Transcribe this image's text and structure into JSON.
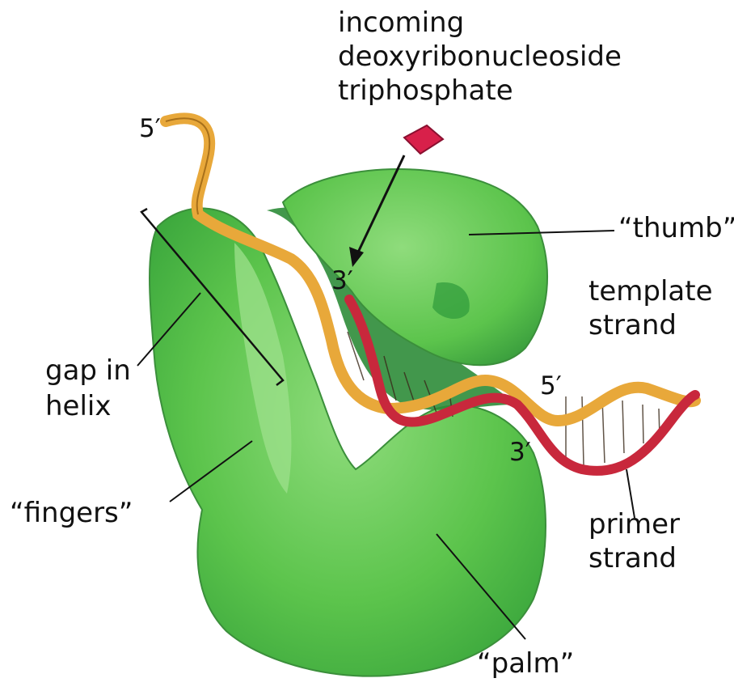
{
  "labels": {
    "incoming": "incoming",
    "deoxy": "deoxyribonucleoside",
    "triphosphate": "triphosphate",
    "five_prime_top": "5′",
    "three_prime_primer_end": "3′",
    "thumb": "“thumb”",
    "template": "template",
    "strand_template": "strand",
    "gap_in": "gap in",
    "helix": "helix",
    "five_prime_right": "5′",
    "three_prime_right": "3′",
    "fingers": "“fingers”",
    "primer": "primer",
    "strand_primer": "strand",
    "palm": "“palm”"
  },
  "colors": {
    "protein": "#5cc44c",
    "protein_dark": "#2e9a3a",
    "protein_light": "#9ee08c",
    "template_strand": "#e8a83a",
    "primer_strand": "#c8283c",
    "nucleotide": "#d8204a"
  }
}
